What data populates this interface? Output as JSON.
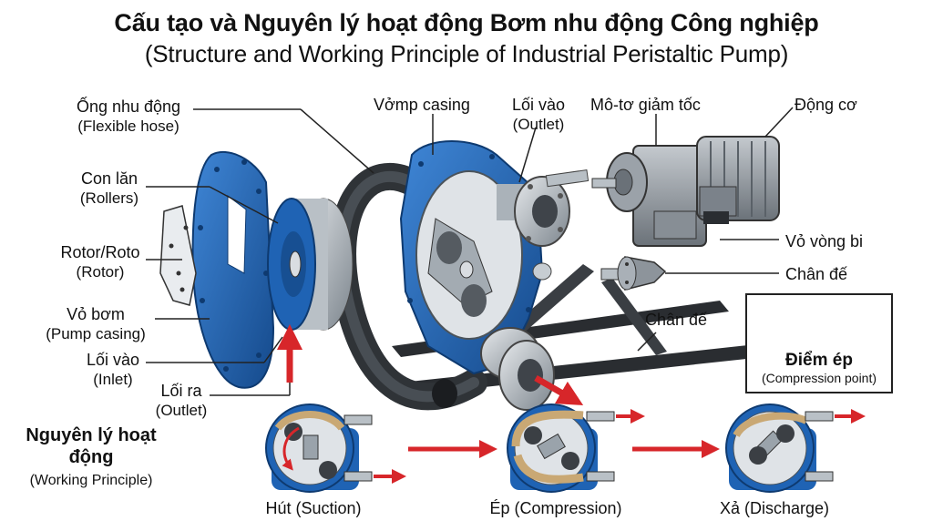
{
  "title": {
    "vi": "Cấu tạo và Nguyên lý hoạt động Bơm nhu động Công nghiệp",
    "en": "(Structure and Working Principle of Industrial Peristaltic Pump)"
  },
  "labels": {
    "flexible_hose": {
      "vi": "Ống nhu động",
      "en": "(Flexible hose)"
    },
    "rollers": {
      "vi": "Con lăn",
      "en": "(Rollers)"
    },
    "rotor": {
      "vi": "Rotor/Roto",
      "en": "(Rotor)"
    },
    "pump_casing": {
      "vi": "Vỏ bơm",
      "en": "(Pump casing)"
    },
    "inlet": {
      "vi": "Lối vào",
      "en": "(Inlet)"
    },
    "outlet_bottom": {
      "vi": "Lối ra",
      "en": "(Outlet)"
    },
    "vomp_casing": "Vởmp casing",
    "outlet_top": {
      "vi": "Lối vào",
      "en": "(Outlet)"
    },
    "gear_motor": "Mô-tơ giảm tốc",
    "motor": "Động cơ",
    "bearing_housing": "Vỏ vòng bi",
    "base_right": "Chân đế",
    "base_frame": "Chân đế"
  },
  "compression_inset": {
    "title": "Điểm ép",
    "subtitle": "(Compression point)"
  },
  "working_principle": {
    "title": "Nguyên lý hoạt động",
    "subtitle": "(Working Principle)",
    "steps": [
      {
        "label": "Hút (Suction)"
      },
      {
        "label": "Ép (Compression)"
      },
      {
        "label": "Xả (Discharge)"
      }
    ]
  },
  "colors": {
    "casing_blue": "#1f63b4",
    "steel_gray": "#9aa3ab",
    "hose_dark": "#3b3f44",
    "arrow_red": "#d7262a",
    "frame_black": "#2a2d31",
    "fluid_tan": "#c9a874"
  }
}
